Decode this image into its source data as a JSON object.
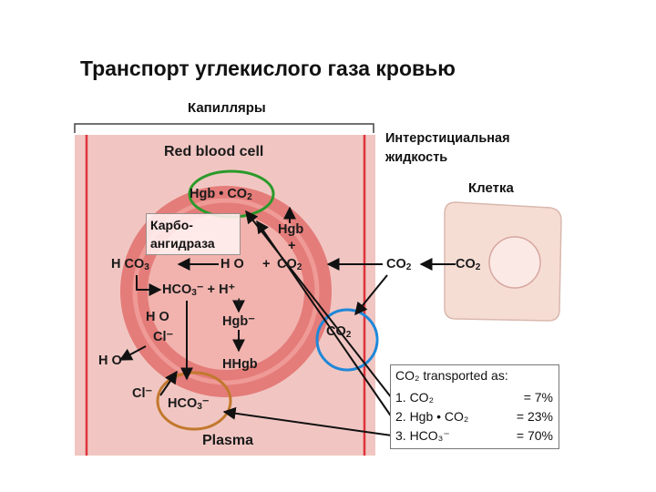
{
  "title": "Транспорт углекислого газа кровью",
  "capillaries_label": "Капилляры",
  "interstitial_label": "Интерстициальная жидкость",
  "cell_label": "Клетка",
  "rbc_label": "Red blood cell",
  "plasma_label": "Plasma",
  "enzyme_label": "Карбо- ангидраза",
  "labels": {
    "hgb_co2": "Hgb • CO",
    "hgb": "Hgb",
    "h2co3": "H CO",
    "h2o_plus_co2_a": "H O",
    "co2_mid": "CO",
    "hco3_h": "HCO",
    "h_plus": "H",
    "h2o_in": "H O",
    "cl_in": "Cl",
    "hgb_minus": "Hgb",
    "h2o_out": "H O",
    "cl_out": "Cl",
    "hhgb": "HHgb",
    "hco3_out": "HCO",
    "co2_interstitial": "CO",
    "co2_cell": "CO",
    "co2_cap": "CO",
    "plus": "+"
  },
  "legend": {
    "title": "CO₂ transported as:",
    "rows": [
      {
        "label": "1. CO₂",
        "value": "= 7%"
      },
      {
        "label": "2. Hgb • CO₂",
        "value": "= 23%"
      },
      {
        "label": "3. HCO₃⁻",
        "value": "= 70%"
      }
    ]
  },
  "colors": {
    "plasma": "#f1c6c2",
    "rbc_outer": "#e47c79",
    "rbc_inner": "#f2b3ae",
    "vessel_wall": "#e0333a",
    "cell_fill": "#f6ddd4",
    "green_circle": "#2a9a2a",
    "blue_circle": "#1f87d8",
    "orange_circle": "#c2782d"
  }
}
